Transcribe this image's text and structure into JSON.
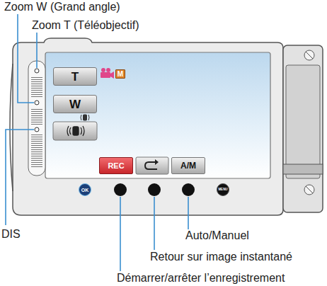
{
  "diagram": {
    "nodes": [
      {
        "text": [
          "T"
        ]
      },
      {
        "text": [
          "M"
        ]
      },
      {
        "text": [
          "W"
        ]
      },
      {
        "text": [
          "REC"
        ]
      },
      {
        "text": [
          "A/M"
        ]
      },
      {
        "text": [
          "OK"
        ]
      },
      {
        "text": [
          "MENU"
        ]
      }
    ],
    "labels": [
      "Zoom W (Grand angle)",
      "Zoom T (Téléobjectif)",
      "DIS",
      "Auto/Manuel",
      "Retour sur image instantané",
      "Démarrer/arrêter l’enregistrement"
    ]
  }
}
